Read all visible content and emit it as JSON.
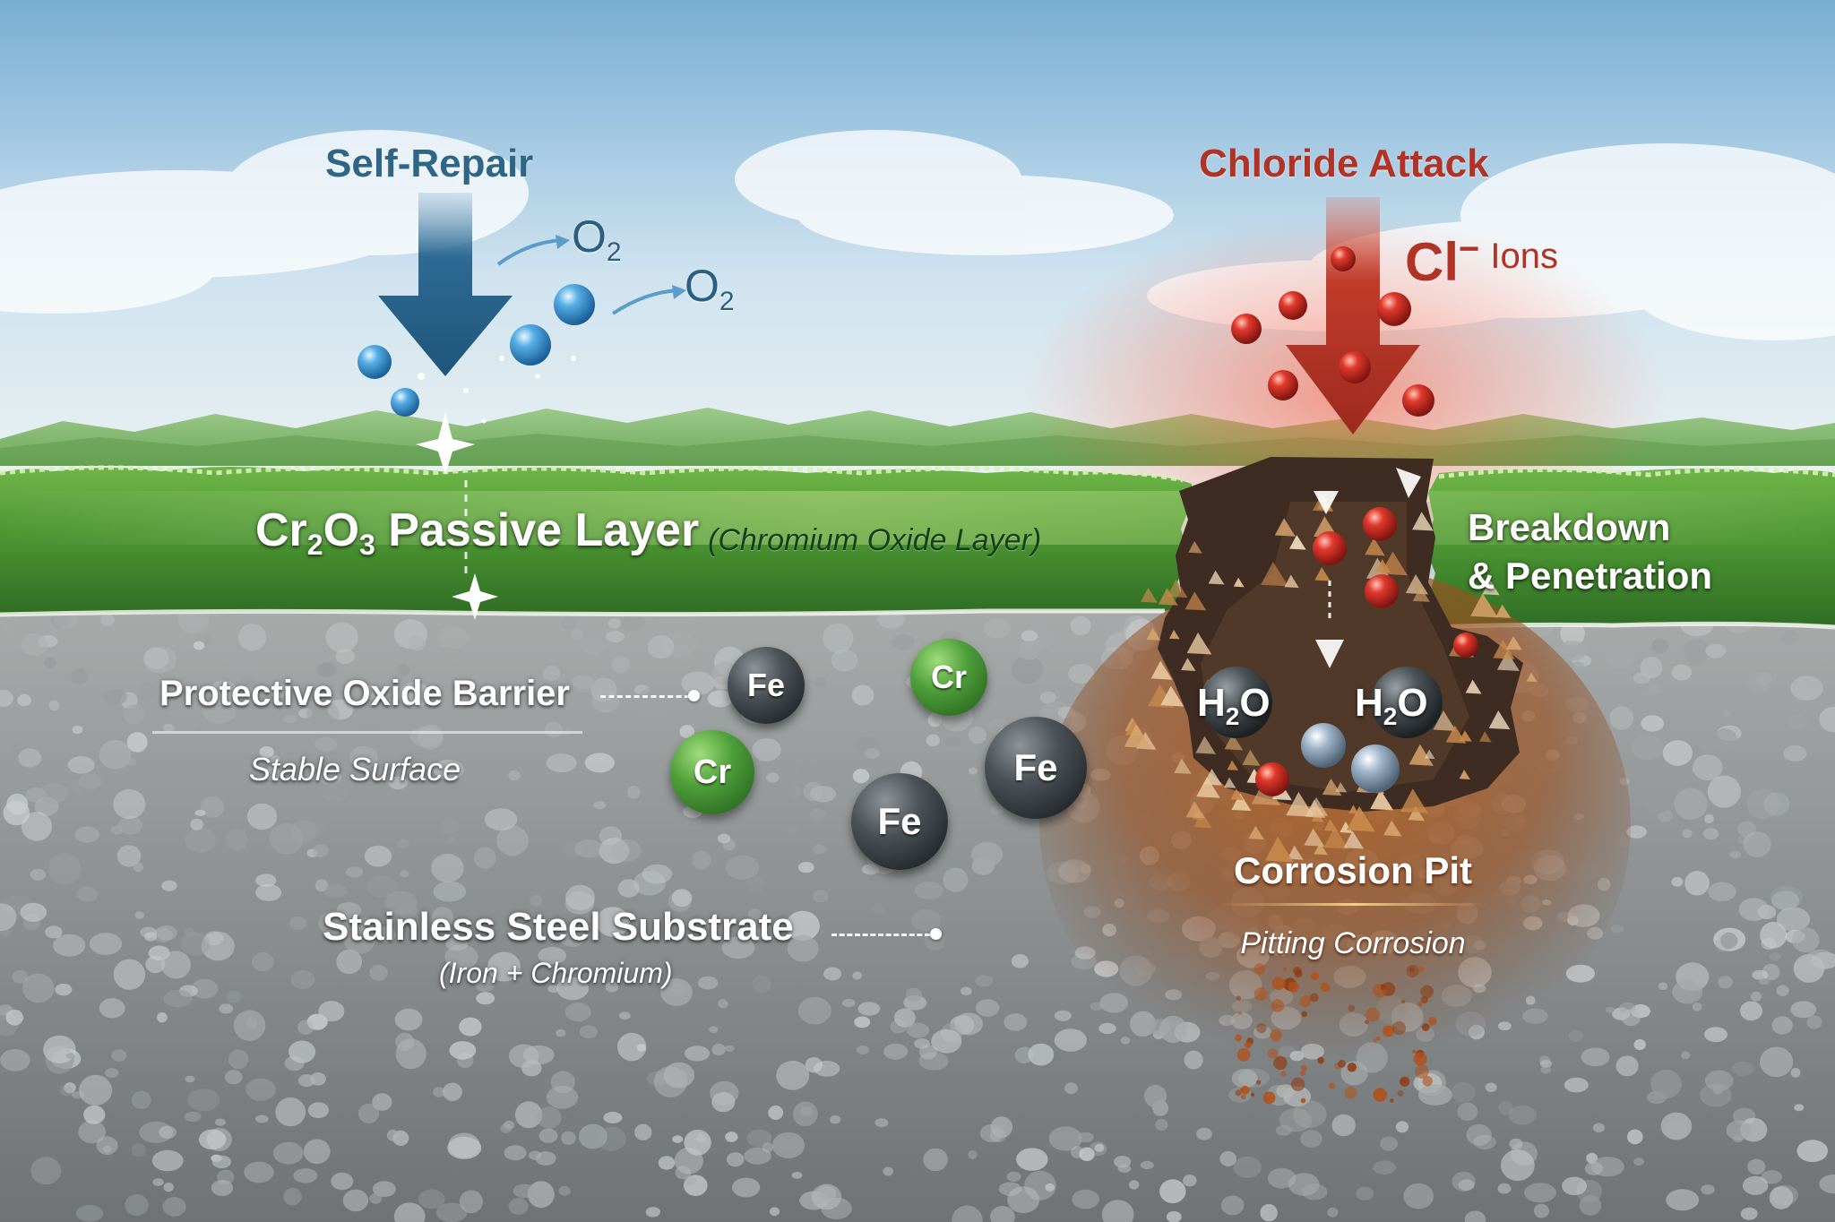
{
  "colors": {
    "sky_top": "#7fb5d9",
    "passive_layer_green": "#4f9a34",
    "substrate_gray": "#8b8f91",
    "self_repair_blue": "#2f6688",
    "chloride_red": "#b03326",
    "pit_rust": "#a3561c"
  },
  "left": {
    "title": "Self-Repair",
    "oxygen_label_1": "O",
    "oxygen_sub_1": "2",
    "oxygen_label_2": "O",
    "oxygen_sub_2": "2"
  },
  "right": {
    "title": "Chloride Attack",
    "ion_symbol": "Cl",
    "ion_charge": "−",
    "ion_word": "Ions",
    "breakdown_line_1": "Breakdown",
    "breakdown_line_2": "& Penetration"
  },
  "layer": {
    "formula_cr": "Cr",
    "formula_sub_2": "2",
    "formula_o": "O",
    "formula_sub_3": "3",
    "title_rest": "Passive Layer",
    "note": "(Chromium Oxide Layer)"
  },
  "substrate": {
    "barrier_label": "Protective Oxide Barrier",
    "stable_label": "Stable Surface",
    "steel_label": "Stainless Steel Substrate",
    "steel_note": "(Iron + Chromium)"
  },
  "pit": {
    "water_h": "H",
    "water_sub": "2",
    "water_o": "O",
    "title": "Corrosion Pit",
    "subtitle": "Pitting Corrosion"
  },
  "atoms": {
    "fe": "Fe",
    "cr": "Cr"
  }
}
